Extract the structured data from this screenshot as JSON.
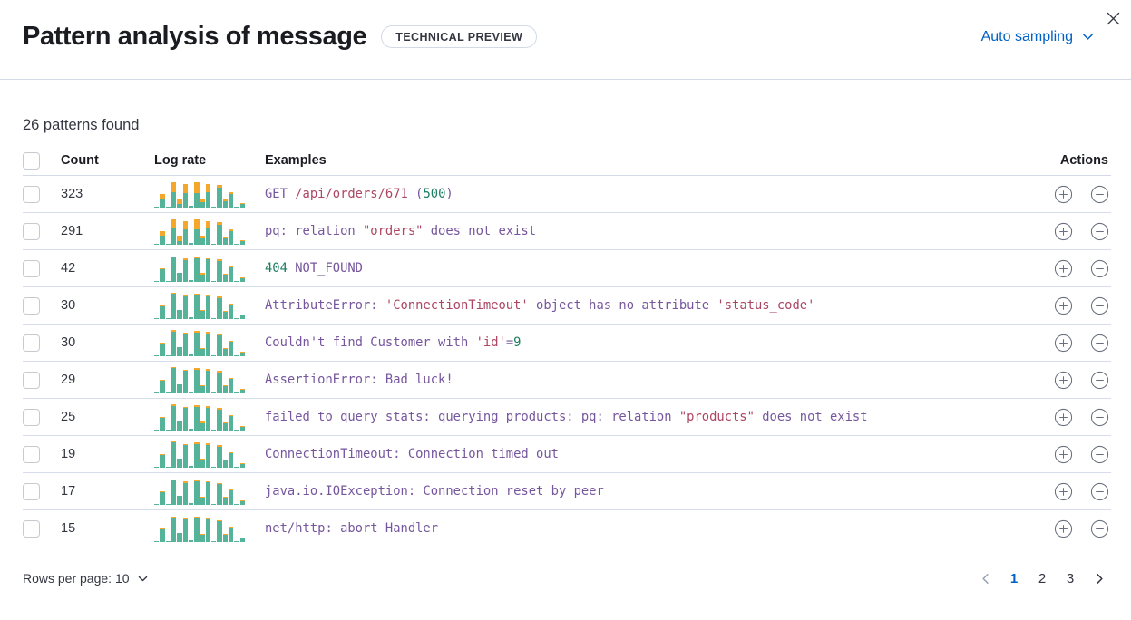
{
  "header": {
    "title": "Pattern analysis of message",
    "badge": "TECHNICAL PREVIEW",
    "sampling_label": "Auto sampling"
  },
  "summary": "26 patterns found",
  "table": {
    "columns": {
      "count": "Count",
      "log_rate": "Log rate",
      "examples": "Examples",
      "actions": "Actions"
    },
    "rows": [
      {
        "count": "323",
        "bars": [
          [
            3,
            0
          ],
          [
            32,
            18
          ],
          [
            4,
            0
          ],
          [
            57,
            38
          ],
          [
            12,
            22
          ],
          [
            52,
            34
          ],
          [
            6,
            0
          ],
          [
            54,
            38
          ],
          [
            20,
            12
          ],
          [
            58,
            30
          ],
          [
            4,
            0
          ],
          [
            74,
            8
          ],
          [
            24,
            6
          ],
          [
            50,
            6
          ],
          [
            3,
            0
          ],
          [
            12,
            4
          ]
        ],
        "example": [
          {
            "t": "GET ",
            "c": "purple"
          },
          {
            "t": "/api/orders/671",
            "c": "red"
          },
          {
            "t": " (",
            "c": "purple"
          },
          {
            "t": "500",
            "c": "green"
          },
          {
            "t": ")",
            "c": "purple"
          }
        ]
      },
      {
        "count": "291",
        "bars": [
          [
            3,
            0
          ],
          [
            34,
            16
          ],
          [
            4,
            0
          ],
          [
            61,
            34
          ],
          [
            14,
            20
          ],
          [
            56,
            30
          ],
          [
            6,
            0
          ],
          [
            58,
            34
          ],
          [
            22,
            10
          ],
          [
            62,
            26
          ],
          [
            4,
            0
          ],
          [
            75,
            7
          ],
          [
            25,
            5
          ],
          [
            51,
            5
          ],
          [
            3,
            0
          ],
          [
            13,
            3
          ]
        ],
        "example": [
          {
            "t": "pq: relation ",
            "c": "purple"
          },
          {
            "t": "\"orders\"",
            "c": "red"
          },
          {
            "t": " does not exist",
            "c": "purple"
          }
        ]
      },
      {
        "count": "42",
        "bars": [
          [
            3,
            0
          ],
          [
            46,
            4
          ],
          [
            4,
            0
          ],
          [
            90,
            5
          ],
          [
            34,
            0
          ],
          [
            81,
            5
          ],
          [
            6,
            0
          ],
          [
            86,
            6
          ],
          [
            28,
            4
          ],
          [
            83,
            5
          ],
          [
            4,
            0
          ],
          [
            77,
            5
          ],
          [
            26,
            4
          ],
          [
            52,
            4
          ],
          [
            3,
            0
          ],
          [
            13,
            3
          ]
        ],
        "example": [
          {
            "t": "404",
            "c": "green"
          },
          {
            "t": " NOT_FOUND",
            "c": "purple"
          }
        ]
      },
      {
        "count": "30",
        "bars": [
          [
            3,
            0
          ],
          [
            47,
            3
          ],
          [
            4,
            0
          ],
          [
            92,
            4
          ],
          [
            34,
            0
          ],
          [
            83,
            4
          ],
          [
            6,
            0
          ],
          [
            87,
            5
          ],
          [
            29,
            3
          ],
          [
            84,
            4
          ],
          [
            4,
            0
          ],
          [
            78,
            4
          ],
          [
            27,
            3
          ],
          [
            53,
            3
          ],
          [
            3,
            0
          ],
          [
            14,
            2
          ]
        ],
        "example": [
          {
            "t": "AttributeError: ",
            "c": "purple"
          },
          {
            "t": "'ConnectionTimeout'",
            "c": "red"
          },
          {
            "t": " object has no attribute ",
            "c": "purple"
          },
          {
            "t": "'status_code'",
            "c": "red"
          }
        ]
      },
      {
        "count": "30",
        "bars": [
          [
            3,
            0
          ],
          [
            46,
            4
          ],
          [
            4,
            0
          ],
          [
            91,
            5
          ],
          [
            33,
            0
          ],
          [
            82,
            4
          ],
          [
            6,
            0
          ],
          [
            86,
            6
          ],
          [
            28,
            3
          ],
          [
            84,
            5
          ],
          [
            4,
            0
          ],
          [
            77,
            4
          ],
          [
            26,
            3
          ],
          [
            52,
            4
          ],
          [
            3,
            0
          ],
          [
            13,
            3
          ]
        ],
        "example": [
          {
            "t": "Couldn't find Customer with ",
            "c": "purple"
          },
          {
            "t": "'id'",
            "c": "red"
          },
          {
            "t": "=",
            "c": "purple"
          },
          {
            "t": "9",
            "c": "green"
          }
        ]
      },
      {
        "count": "29",
        "bars": [
          [
            3,
            0
          ],
          [
            47,
            3
          ],
          [
            4,
            0
          ],
          [
            92,
            4
          ],
          [
            34,
            0
          ],
          [
            83,
            5
          ],
          [
            6,
            0
          ],
          [
            88,
            5
          ],
          [
            28,
            3
          ],
          [
            85,
            4
          ],
          [
            4,
            0
          ],
          [
            78,
            4
          ],
          [
            27,
            3
          ],
          [
            53,
            3
          ],
          [
            3,
            0
          ],
          [
            14,
            2
          ]
        ],
        "example": [
          {
            "t": "AssertionError: Bad luck!",
            "c": "purple"
          }
        ]
      },
      {
        "count": "25",
        "bars": [
          [
            3,
            0
          ],
          [
            46,
            4
          ],
          [
            4,
            0
          ],
          [
            91,
            5
          ],
          [
            33,
            0
          ],
          [
            82,
            5
          ],
          [
            6,
            0
          ],
          [
            87,
            6
          ],
          [
            28,
            4
          ],
          [
            84,
            5
          ],
          [
            4,
            0
          ],
          [
            77,
            5
          ],
          [
            26,
            4
          ],
          [
            52,
            4
          ],
          [
            3,
            0
          ],
          [
            13,
            3
          ]
        ],
        "example": [
          {
            "t": "failed to query stats: querying products: pq: relation ",
            "c": "purple"
          },
          {
            "t": "\"products\"",
            "c": "red"
          },
          {
            "t": " does not exist",
            "c": "purple"
          }
        ]
      },
      {
        "count": "19",
        "bars": [
          [
            3,
            0
          ],
          [
            47,
            3
          ],
          [
            4,
            0
          ],
          [
            92,
            4
          ],
          [
            34,
            0
          ],
          [
            83,
            4
          ],
          [
            6,
            0
          ],
          [
            88,
            5
          ],
          [
            29,
            3
          ],
          [
            85,
            4
          ],
          [
            4,
            0
          ],
          [
            78,
            4
          ],
          [
            27,
            3
          ],
          [
            53,
            3
          ],
          [
            3,
            0
          ],
          [
            14,
            2
          ]
        ],
        "example": [
          {
            "t": "ConnectionTimeout: Connection timed out",
            "c": "purple"
          }
        ]
      },
      {
        "count": "17",
        "bars": [
          [
            3,
            0
          ],
          [
            46,
            4
          ],
          [
            4,
            0
          ],
          [
            90,
            5
          ],
          [
            33,
            0
          ],
          [
            81,
            5
          ],
          [
            6,
            0
          ],
          [
            86,
            6
          ],
          [
            28,
            3
          ],
          [
            83,
            5
          ],
          [
            4,
            0
          ],
          [
            76,
            4
          ],
          [
            26,
            3
          ],
          [
            52,
            4
          ],
          [
            3,
            0
          ],
          [
            13,
            3
          ]
        ],
        "example": [
          {
            "t": "java.io.IOException: Connection reset by peer",
            "c": "purple"
          }
        ]
      },
      {
        "count": "15",
        "bars": [
          [
            3,
            0
          ],
          [
            47,
            3
          ],
          [
            4,
            0
          ],
          [
            91,
            4
          ],
          [
            34,
            0
          ],
          [
            82,
            4
          ],
          [
            6,
            0
          ],
          [
            87,
            5
          ],
          [
            28,
            3
          ],
          [
            84,
            4
          ],
          [
            4,
            0
          ],
          [
            77,
            4
          ],
          [
            27,
            3
          ],
          [
            53,
            3
          ],
          [
            3,
            0
          ],
          [
            14,
            2
          ]
        ],
        "example": [
          {
            "t": "net/http: abort Handler",
            "c": "purple"
          }
        ]
      }
    ]
  },
  "footer": {
    "rows_per_page_label": "Rows per page: 10",
    "pagination": {
      "pages": [
        "1",
        "2",
        "3"
      ],
      "active_page": "1"
    }
  },
  "colors": {
    "accent_blue": "#0061c6",
    "bar_teal": "#54b399",
    "bar_orange": "#f5a72c",
    "tokens": {
      "purple": "#76569d",
      "red": "#ad4662",
      "green": "#1e7d61"
    }
  }
}
